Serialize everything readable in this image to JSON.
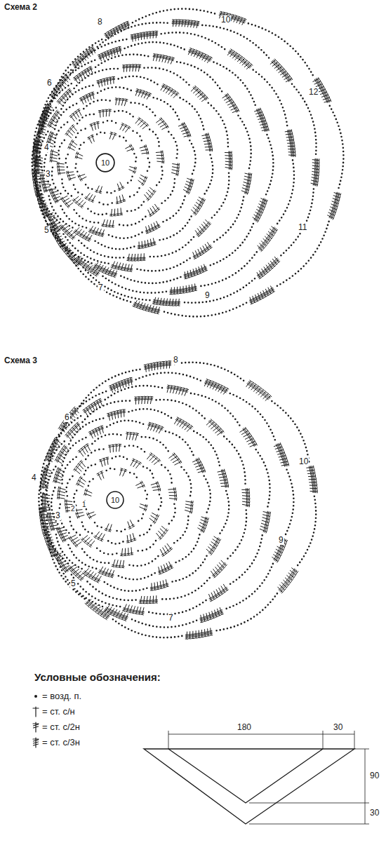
{
  "diagram": {
    "nodes": [
      {
        "text": [
          "10"
        ]
      },
      {
        "text": [
          "10"
        ]
      }
    ],
    "labels": [
      "Схема 2",
      "8",
      "10",
      "6",
      "12",
      "4",
      "3",
      "5",
      "11",
      "7",
      "9",
      "Схема 3",
      "8",
      "6",
      "10",
      "4",
      "3",
      "2",
      "1",
      "9",
      "5",
      "7",
      "Условные обозначения:",
      "180",
      "30",
      "90",
      "30"
    ],
    "legend": [
      {
        "text": "= возд. п."
      },
      {
        "text": "= ст. с/н"
      },
      {
        "text": "= ст. с/2н"
      },
      {
        "text": "= ст. с/3н"
      }
    ]
  }
}
